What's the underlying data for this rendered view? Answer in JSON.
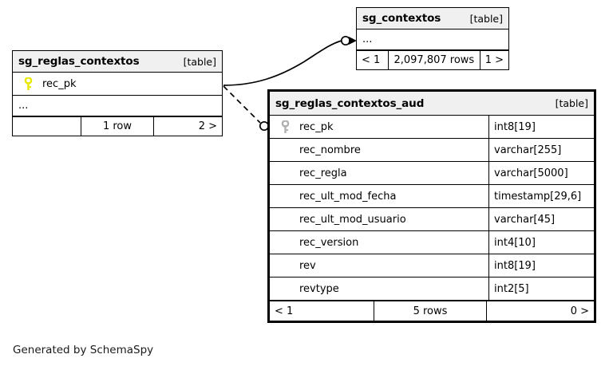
{
  "diagram": {
    "footer_credit": "Generated by SchemaSpy",
    "kind_label": "[table]",
    "ellipsis": "..."
  },
  "tables": {
    "reglas_contextos": {
      "name": "sg_reglas_contextos",
      "kind": "[table]",
      "columns": [
        {
          "name": "rec_pk",
          "key": "primary-key",
          "key_color": "#e8e800"
        }
      ],
      "has_ellipsis_row": true,
      "ellipsis": "...",
      "footer": {
        "left": "",
        "center": "1 row",
        "right": "2 >"
      }
    },
    "contextos": {
      "name": "sg_contextos",
      "kind": "[table]",
      "has_ellipsis_row": true,
      "ellipsis": "...",
      "footer": {
        "left": "< 1",
        "center": "2,097,807 rows",
        "right": "1 >"
      }
    },
    "reglas_contextos_aud": {
      "name": "sg_reglas_contextos_aud",
      "kind": "[table]",
      "columns": [
        {
          "name": "rec_pk",
          "type": "int8[19]",
          "key": "primary-key",
          "key_color": "#b0b0b0"
        },
        {
          "name": "rec_nombre",
          "type": "varchar[255]",
          "key": null
        },
        {
          "name": "rec_regla",
          "type": "varchar[5000]",
          "key": null
        },
        {
          "name": "rec_ult_mod_fecha",
          "type": "timestamp[29,6]",
          "key": null
        },
        {
          "name": "rec_ult_mod_usuario",
          "type": "varchar[45]",
          "key": null
        },
        {
          "name": "rec_version",
          "type": "int4[10]",
          "key": null
        },
        {
          "name": "rev",
          "type": "int8[19]",
          "key": null
        },
        {
          "name": "revtype",
          "type": "int2[5]",
          "key": null
        }
      ],
      "footer": {
        "left": "< 1",
        "center": "5 rows",
        "right": "0 >"
      }
    }
  },
  "relationships": [
    {
      "name": "reglas-contextos-to-contextos",
      "from": "sg_reglas_contextos.rec_pk",
      "to": "sg_contextos",
      "style": "solid"
    },
    {
      "name": "reglas-contextos-to-aud",
      "from": "sg_reglas_contextos.rec_pk",
      "to": "sg_reglas_contextos_aud.rec_pk",
      "style": "dashed"
    }
  ],
  "colors": {
    "background": "#ffffff",
    "line": "#000000",
    "header_fill": "#f0f0f0",
    "key_primary": "#e8e800",
    "key_secondary": "#b0b0b0"
  }
}
